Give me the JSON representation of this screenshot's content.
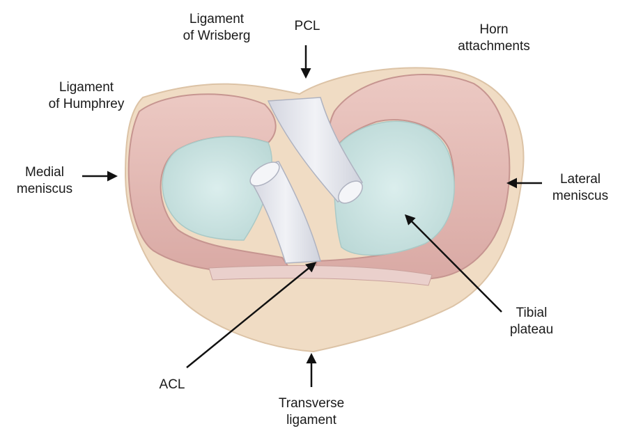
{
  "labels": {
    "wrisberg": [
      "Ligament",
      "of Wrisberg"
    ],
    "pcl": [
      "PCL"
    ],
    "horn": [
      "Horn",
      "attachments"
    ],
    "humphrey": [
      "Ligament",
      "of Humphrey"
    ],
    "medial": [
      "Medial",
      "meniscus"
    ],
    "lateral": [
      "Lateral",
      "meniscus"
    ],
    "tibial": [
      "Tibial",
      "plateau"
    ],
    "acl": [
      "ACL"
    ],
    "transverse": [
      "Transverse",
      "ligament"
    ]
  },
  "colors": {
    "bone": "#f0dcc4",
    "meniscus": "#e3b9b4",
    "plateau": "#cfe6e4",
    "ligament": "#e7e8ee",
    "arrow": "#111111"
  }
}
